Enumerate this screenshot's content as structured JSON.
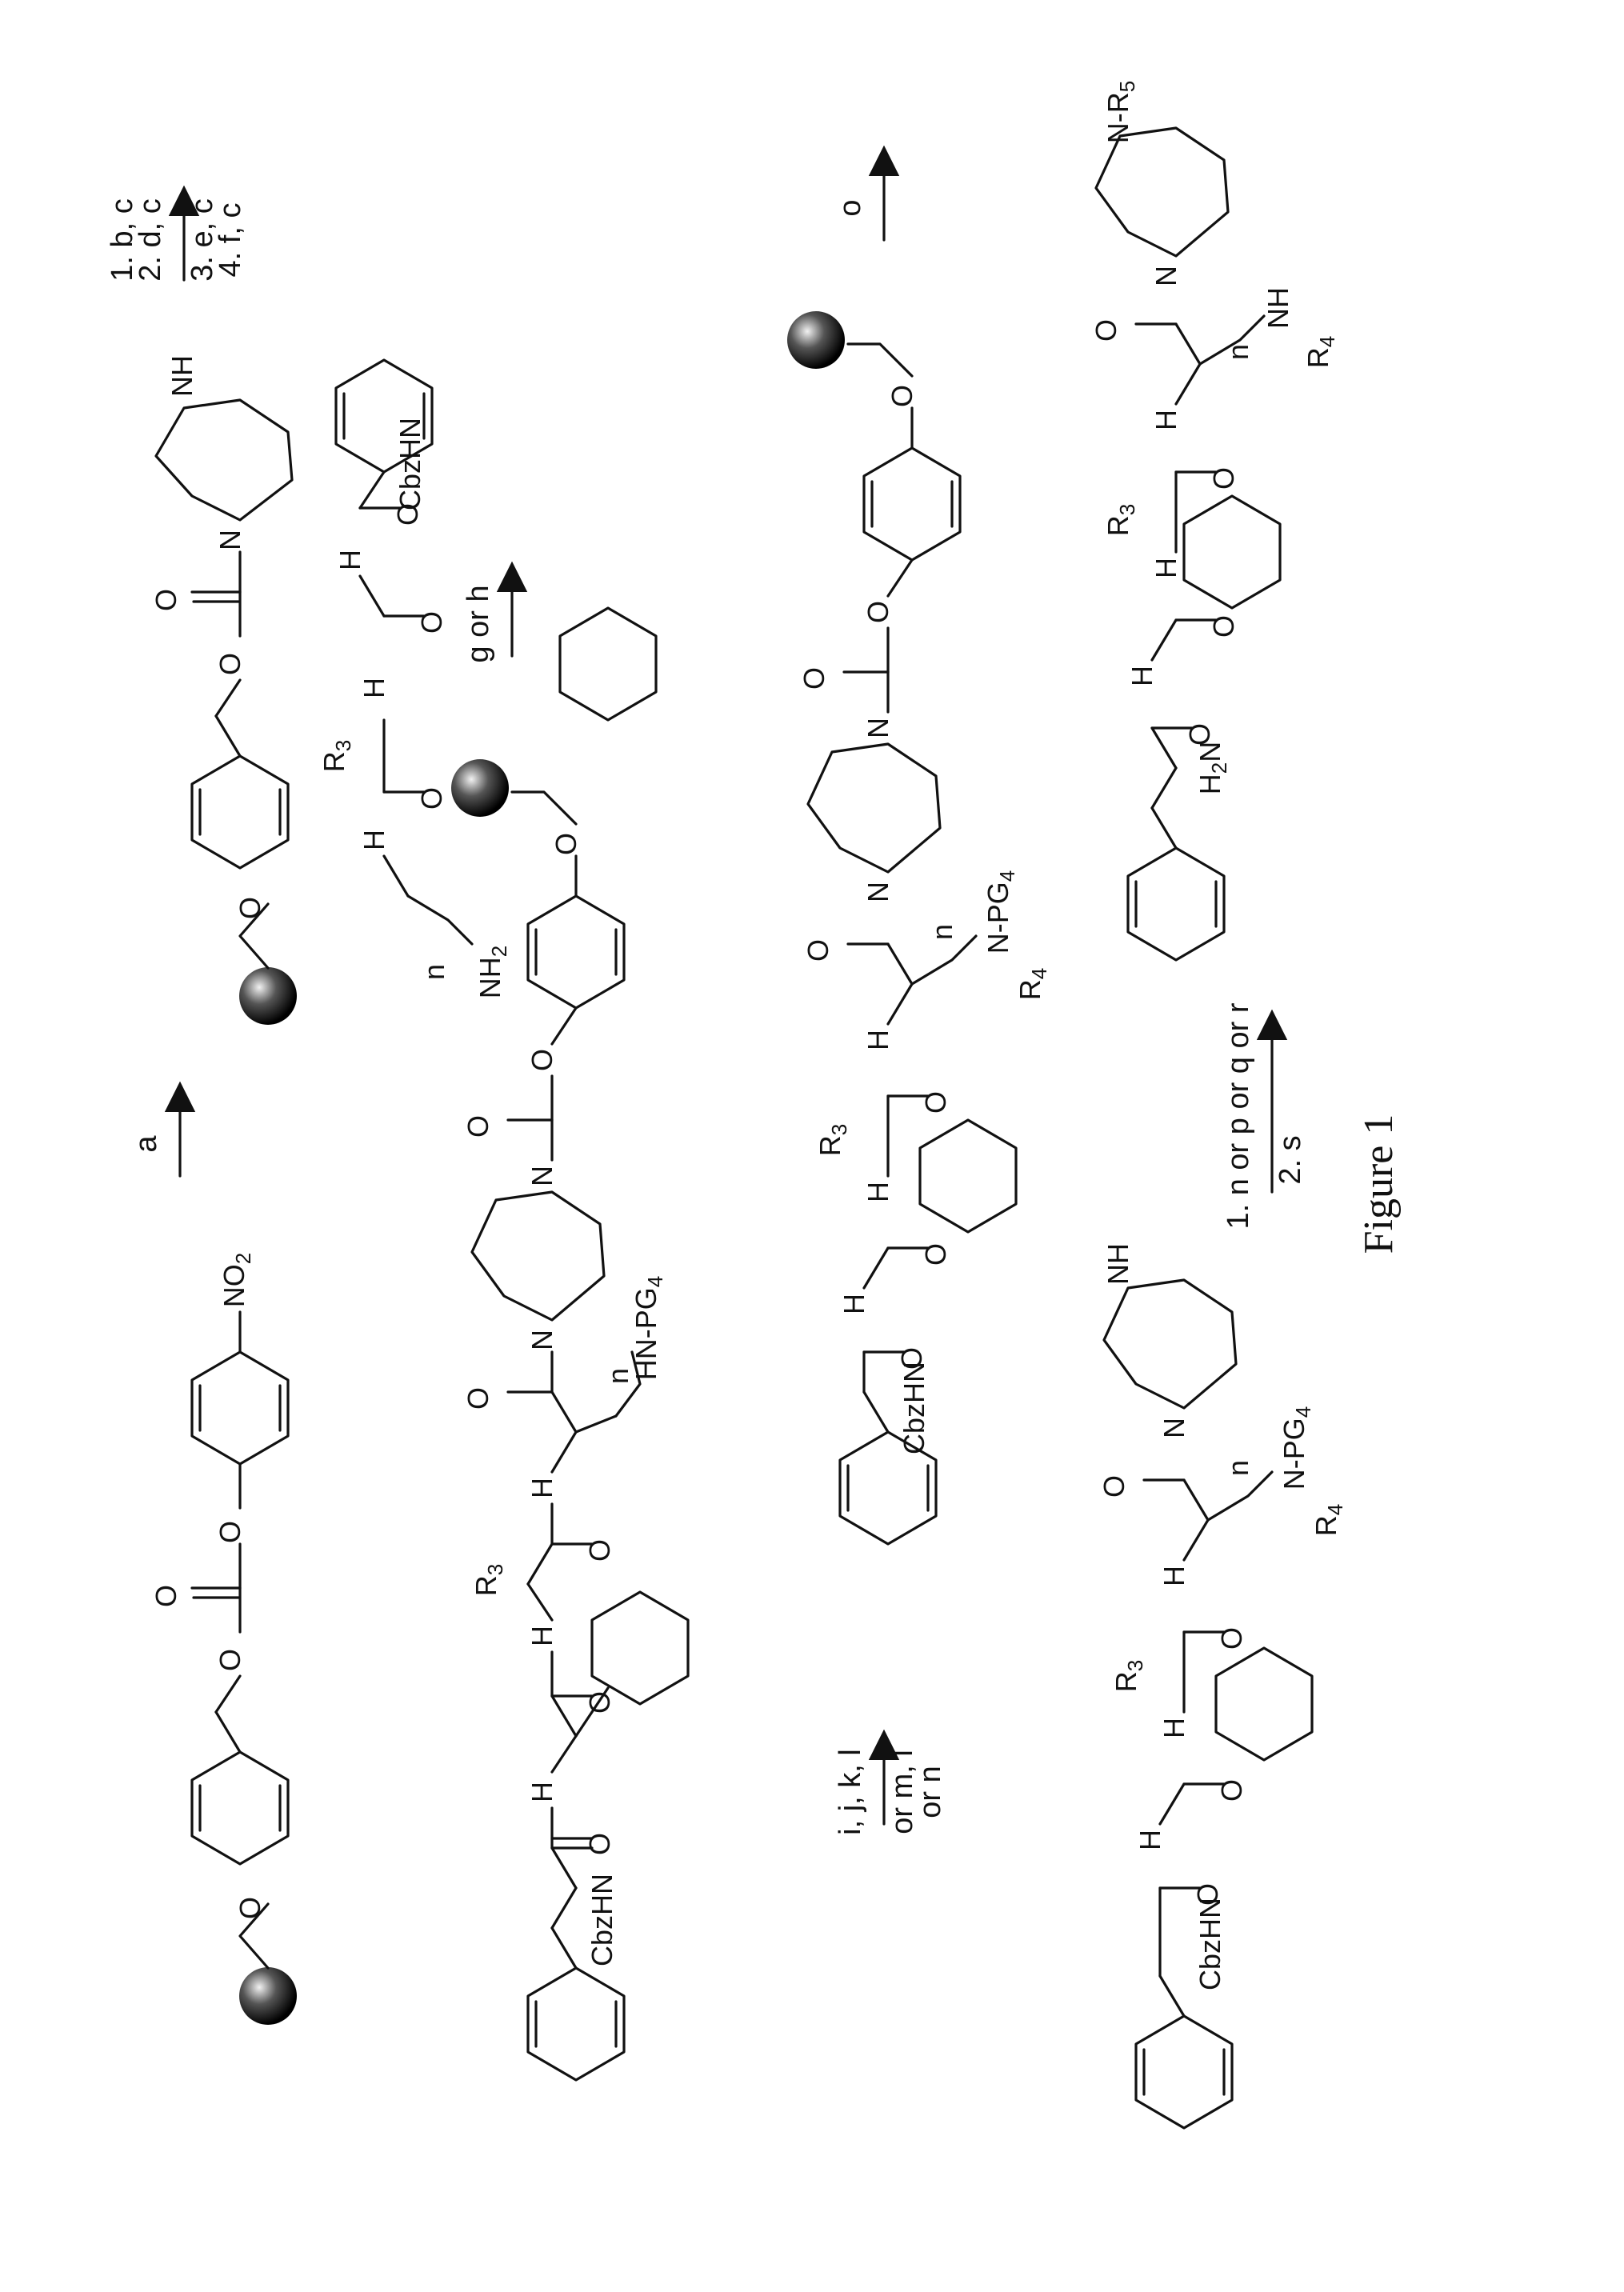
{
  "figure_caption": "Figure 1",
  "atoms": {
    "no2": "NO",
    "no2_sub": "2",
    "nh": "NH",
    "cbzhn": "CbzHN",
    "h2n": "H",
    "h2n_sub": "2",
    "h2n_n": "N",
    "r3": "R",
    "r3_sub": "3",
    "r4": "R",
    "r4_sub": "4",
    "r5": "R",
    "r5_sub": "5",
    "pg4": "PG",
    "pg4_sub": "4",
    "n_label": "n",
    "h": "H",
    "n": "N",
    "o": "O",
    "nh2": "NH",
    "nh2_sub": "2",
    "hn": "HN"
  },
  "arrows": {
    "a": "a",
    "step1_top": "1. b, c",
    "step1_top2": "2. d, c",
    "step1_bot": "3. e, c",
    "step1_bot2": "4. f, c",
    "g_or_h": "g or h",
    "ijkl": "i, j, k, l",
    "or_ml": "or m, l",
    "or_n": "or n",
    "o": "o",
    "nopqr": "1. n or p or q or r",
    "s": "2. s"
  }
}
